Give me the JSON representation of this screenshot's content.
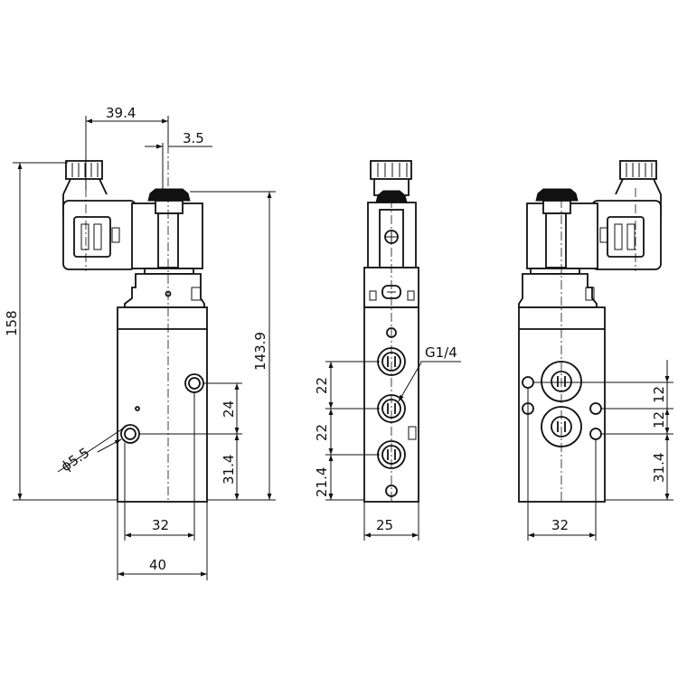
{
  "drawing": {
    "line_color": "#111111",
    "background": "#ffffff",
    "left_view": {
      "dim_coil_offset": "39.4",
      "dim_stem_width": "3.5",
      "dim_total_height": "158",
      "dim_body_height": "143.9",
      "dim_hole_spacing_a": "24",
      "dim_hole_spacing_b": "31.4",
      "dim_hole_diameter": "ϕ5.5",
      "dim_hole_pitch": "32",
      "dim_body_width": "40"
    },
    "middle_view": {
      "port_thread": "G1/4",
      "dim_port_pitch_1": "22",
      "dim_port_pitch_2": "22",
      "dim_port_bottom": "21.4",
      "dim_body_width": "25"
    },
    "right_view": {
      "dim_hole_spacing_1": "12",
      "dim_hole_spacing_2": "12",
      "dim_hole_bottom": "31.4",
      "dim_hole_pitch": "32"
    }
  }
}
